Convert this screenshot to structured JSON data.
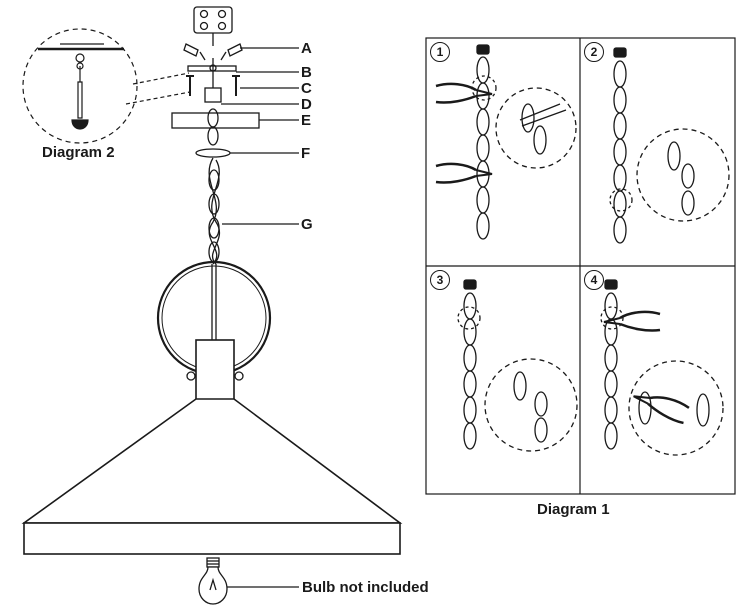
{
  "parts": {
    "a": "A",
    "b": "B",
    "c": "C",
    "d": "D",
    "e": "E",
    "f": "F",
    "g": "G"
  },
  "captions": {
    "diagram2": "Diagram 2",
    "diagram1": "Diagram 1",
    "bulb": "Bulb not included"
  },
  "steps": [
    "1",
    "2",
    "3",
    "4"
  ],
  "colors": {
    "ink": "#1a1a1a",
    "background": "#ffffff"
  },
  "icons": [
    "lightbulb-icon",
    "pliers-icon",
    "chain-link-icon",
    "canopy-icon"
  ]
}
